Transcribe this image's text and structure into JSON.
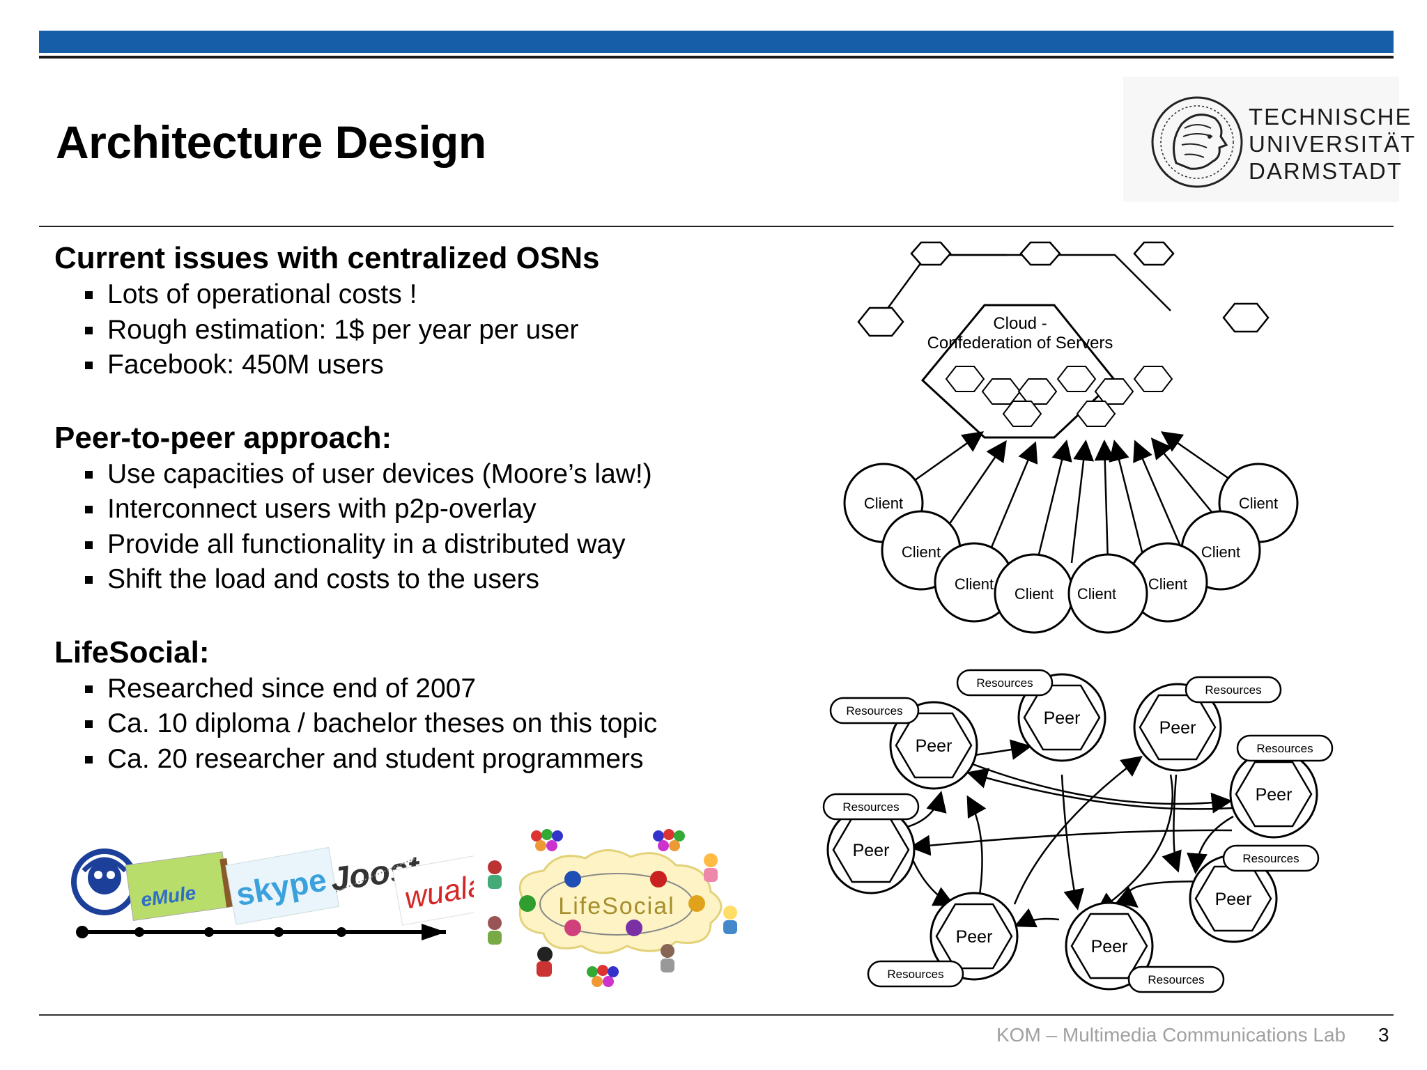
{
  "slide": {
    "title": "Architecture Design",
    "page_number": "3",
    "footer": "KOM – Multimedia Communications Lab"
  },
  "logo": {
    "lines": [
      "TECHNISCHE",
      "UNIVERSITÄT",
      "DARMSTADT"
    ]
  },
  "sections": [
    {
      "title": "Current issues with centralized OSNs",
      "bullets": [
        "Lots of operational costs !",
        "Rough estimation: 1$ per year per user",
        "Facebook: 450M users"
      ]
    },
    {
      "title": "Peer-to-peer approach:",
      "bullets": [
        "Use capacities of user devices (Moore’s law!)",
        "Interconnect users with p2p-overlay",
        "Provide all functionality in a distributed way",
        "Shift the load and costs to the users"
      ]
    },
    {
      "title": "LifeSocial:",
      "bullets": [
        "Researched since end of 2007",
        "Ca. 10 diploma / bachelor theses on this topic",
        "Ca. 20 researcher and student programmers"
      ]
    }
  ],
  "cloud_diagram": {
    "cloud_label_1": "Cloud -",
    "cloud_label_2": "Confederation of Servers",
    "client_label": "Client"
  },
  "p2p_diagram": {
    "peer_label": "Peer",
    "resources_label": "Resources"
  },
  "lifesocial_graphic": {
    "label": "LifeSocial"
  },
  "timeline_graphic": {
    "logo_texts": [
      "eMule",
      "skype",
      "Joost",
      "wuala"
    ]
  }
}
